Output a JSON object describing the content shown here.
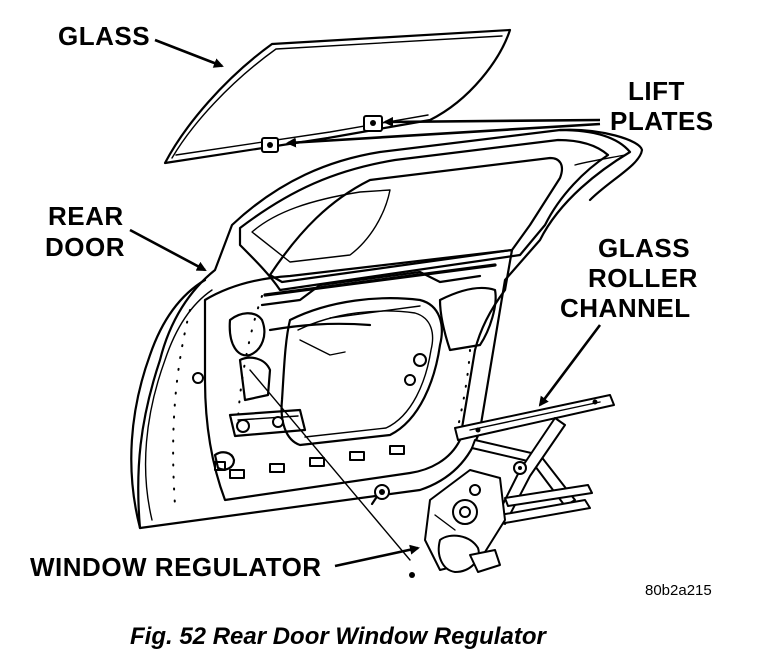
{
  "labels": {
    "glass": "GLASS",
    "lift_plates_line1": "LIFT",
    "lift_plates_line2": "PLATES",
    "rear_door_line1": "REAR",
    "rear_door_line2": "DOOR",
    "glass_roller_channel_line1": "GLASS",
    "glass_roller_channel_line2": "ROLLER",
    "glass_roller_channel_line3": "CHANNEL",
    "window_regulator": "WINDOW REGULATOR"
  },
  "figure_code": "80b2a215",
  "caption": "Fig. 52 Rear Door Window Regulator"
}
